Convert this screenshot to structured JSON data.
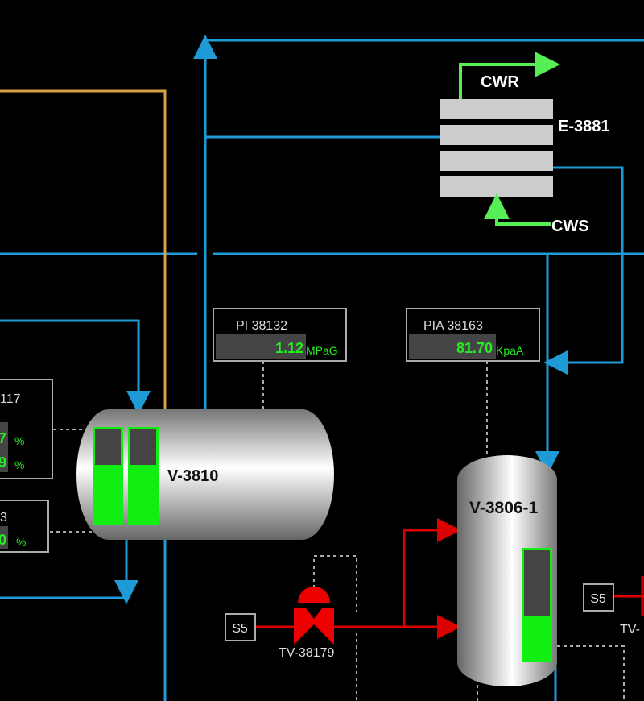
{
  "equipment": {
    "exchanger": {
      "name": "E-3881",
      "return_label": "CWR",
      "supply_label": "CWS"
    },
    "horizontal_vessel": {
      "name": "V-3810",
      "levels_percent": [
        62,
        62
      ]
    },
    "vertical_vessel": {
      "name": "V-3806-1",
      "level_percent": 40
    },
    "valve": {
      "name": "TV-38179"
    },
    "valve_partial": {
      "name": "TV-"
    }
  },
  "instruments": {
    "pi": {
      "tag": "PI 38132",
      "value": "1.12",
      "unit": "MPaG"
    },
    "pia": {
      "tag": "PIA 38163",
      "value": "81.70",
      "unit": "KpaA"
    },
    "left_box_1": {
      "tag": "117",
      "value_1": "7",
      "value_2": "9",
      "unit": "%"
    },
    "left_box_2": {
      "tag": "3",
      "value": "0",
      "unit": "%"
    }
  },
  "signals": {
    "s5_left": "S5",
    "s5_right": "S5"
  },
  "colors": {
    "water": "#1e9ad6",
    "steam": "#d9a04a",
    "hot": "#dd0000",
    "cooling": "#55ee55",
    "level": "#11ee11"
  }
}
